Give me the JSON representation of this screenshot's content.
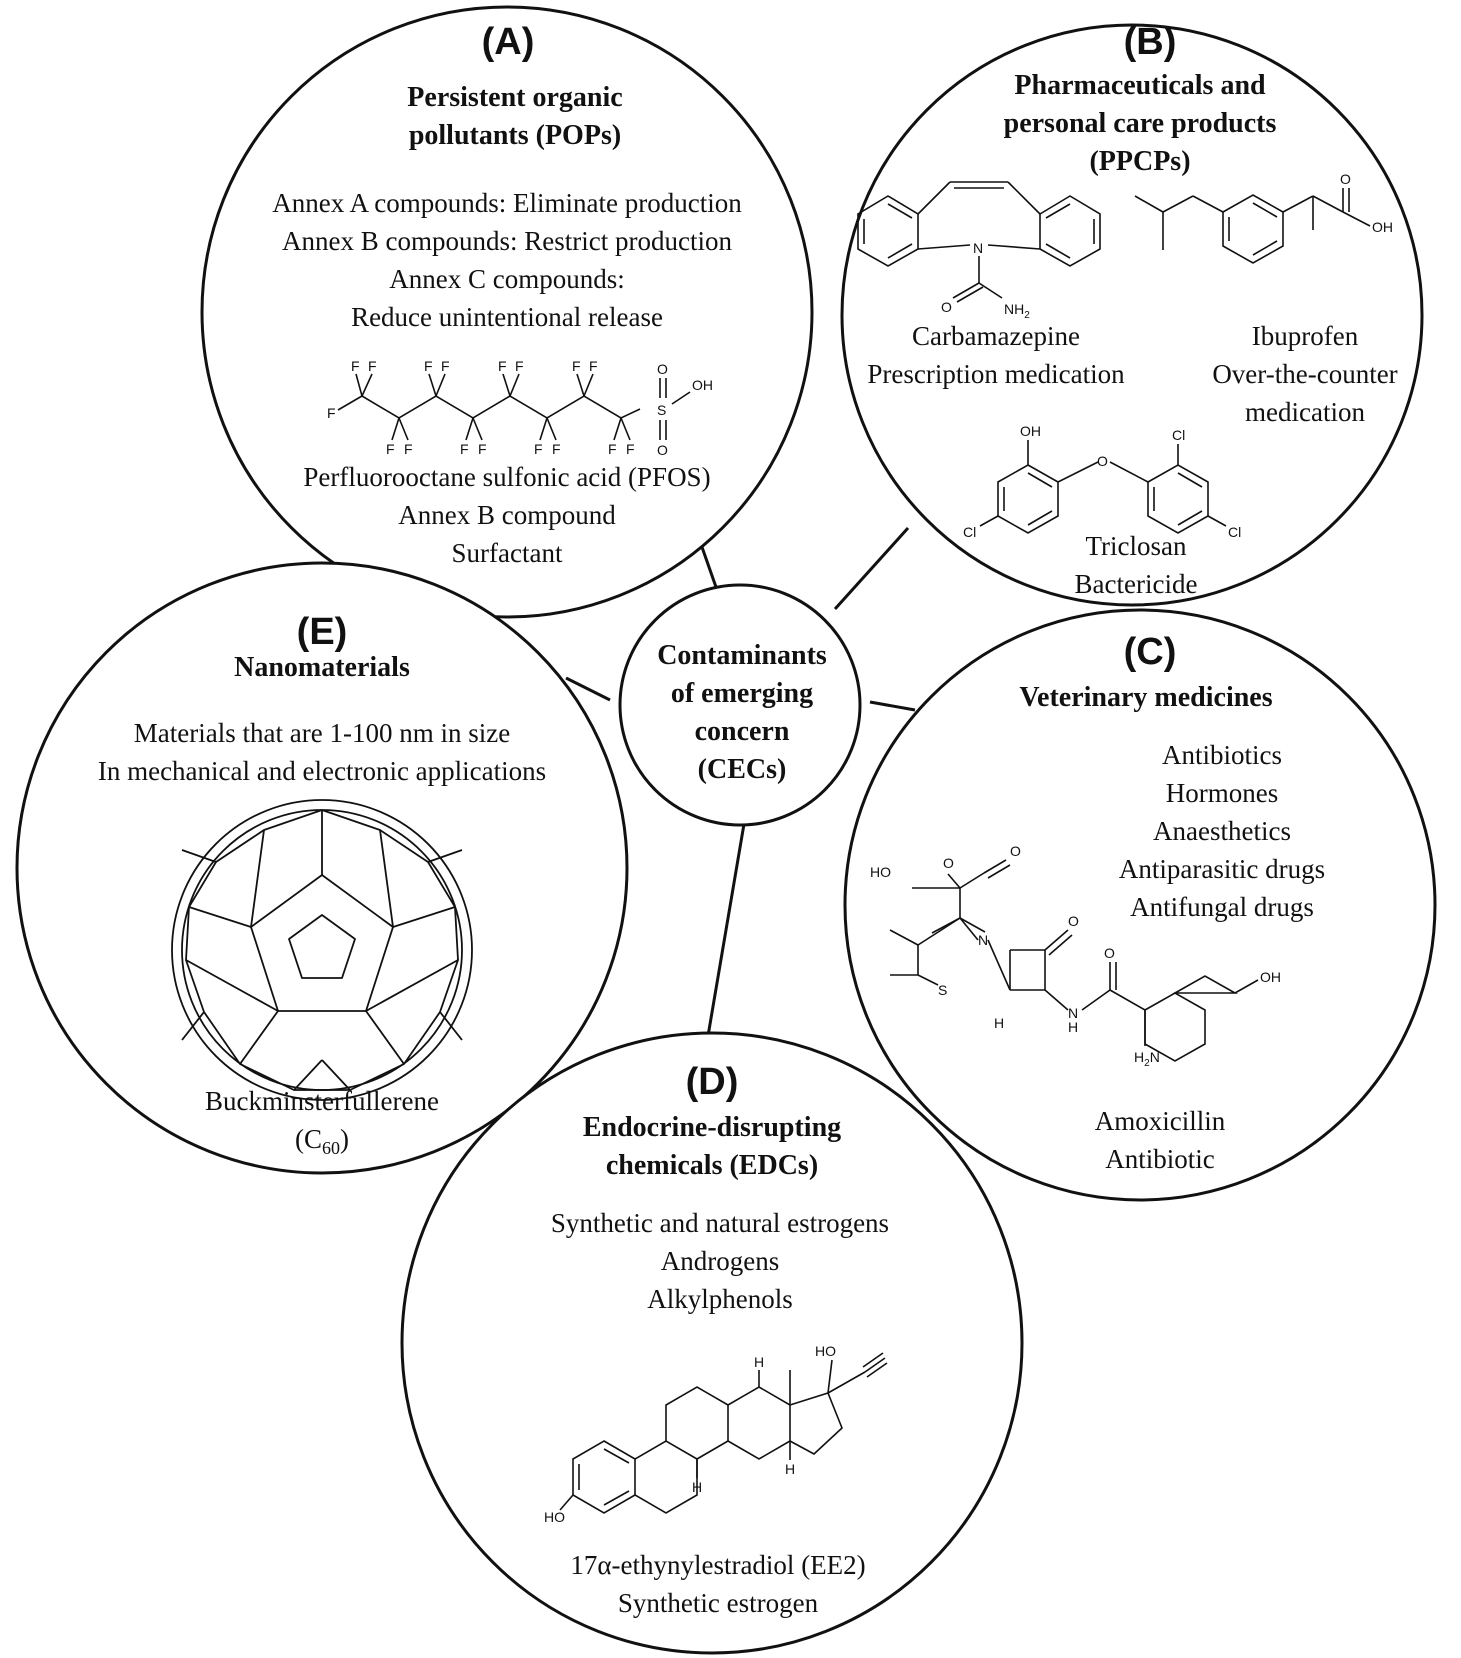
{
  "center": {
    "lines": [
      "Contaminants",
      "of emerging",
      "concern",
      "(CECs)"
    ]
  },
  "panelA": {
    "letter": "(A)",
    "heading": [
      "Persistent organic",
      "pollutants (POPs)"
    ],
    "body": [
      "Annex A compounds: Eliminate production",
      "Annex B compounds: Restrict production",
      "Annex C compounds:",
      "Reduce unintentional release"
    ],
    "caption": [
      "Perfluorooctane sulfonic acid (PFOS)",
      "Annex B compound",
      "Surfactant"
    ],
    "atoms": {
      "F": "F",
      "S": "S",
      "O": "O",
      "OH": "OH"
    }
  },
  "panelB": {
    "letter": "(B)",
    "heading": [
      "Pharmaceuticals and",
      "personal care products",
      "(PPCPs)"
    ],
    "carbamazepine": [
      "Carbamazepine",
      "Prescription medication"
    ],
    "ibuprofen": [
      "Ibuprofen",
      "Over-the-counter",
      "medication"
    ],
    "triclosan": [
      "Triclosan",
      "Bactericide"
    ],
    "atoms": {
      "N": "N",
      "O": "O",
      "NH2": "NH",
      "NH2sub": "2",
      "OH": "OH",
      "Cl": "Cl"
    }
  },
  "panelC": {
    "letter": "(C)",
    "heading": "Veterinary medicines",
    "body": [
      "Antibiotics",
      "Hormones",
      "Anaesthetics",
      "Antiparasitic drugs",
      "Antifungal drugs"
    ],
    "caption": [
      "Amoxicillin",
      "Antibiotic"
    ],
    "atoms": {
      "HO": "HO",
      "O": "O",
      "N": "N",
      "S": "S",
      "H": "H",
      "NH": "N",
      "OH": "OH",
      "H2N": "H",
      "H2Nsub": "2",
      "H2Nn": "N"
    }
  },
  "panelD": {
    "letter": "(D)",
    "heading": [
      "Endocrine-disrupting",
      "chemicals (EDCs)"
    ],
    "body": [
      "Synthetic and natural estrogens",
      "Androgens",
      "Alkylphenols"
    ],
    "caption": [
      "17α-ethynylestradiol (EE2)",
      "Synthetic estrogen"
    ],
    "atoms": {
      "HO": "HO",
      "H": "H"
    }
  },
  "panelE": {
    "letter": "(E)",
    "heading": "Nanomaterials",
    "body": [
      "Materials that are 1-100 nm in size",
      "In mechanical and electronic applications"
    ],
    "caption_main": "Buckminsterfullerene",
    "caption_formula_open": "(C",
    "caption_formula_sub": "60",
    "caption_formula_close": ")"
  }
}
